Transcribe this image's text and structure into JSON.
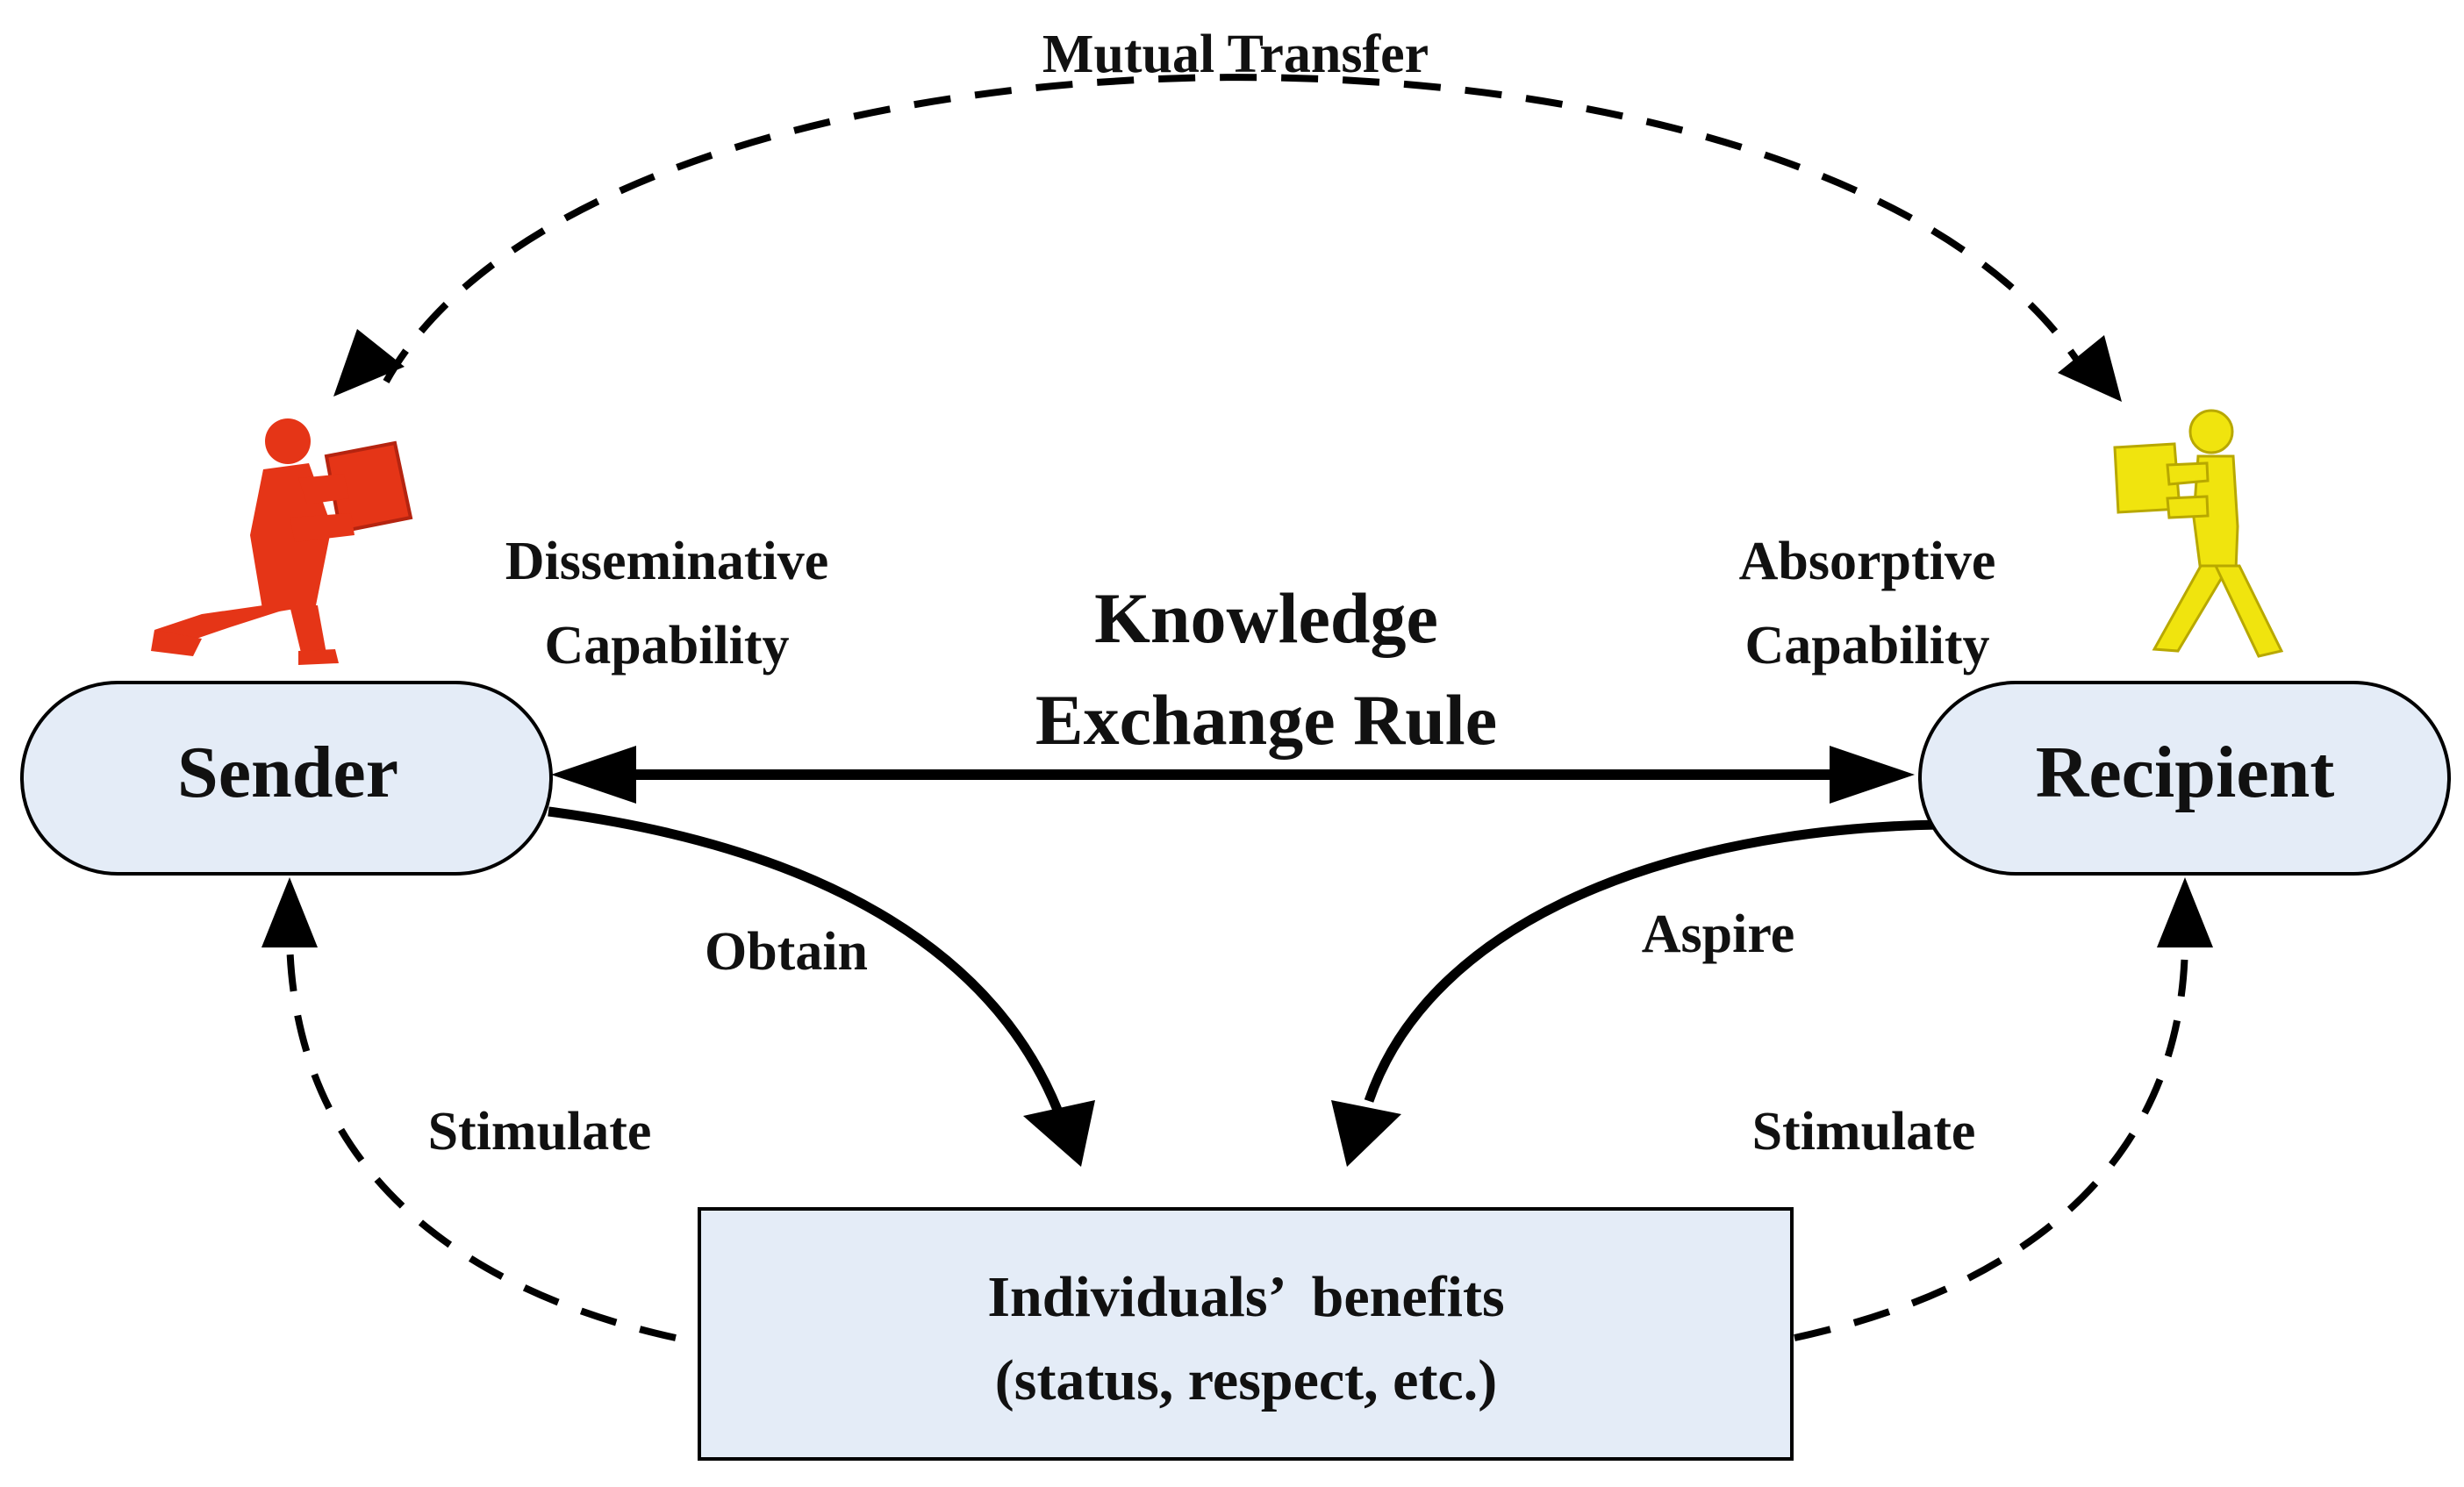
{
  "title": {
    "line1": "Knowledge",
    "line2": "Exchange Rule"
  },
  "nodes": {
    "sender": {
      "label": "Sender"
    },
    "recipient": {
      "label": "Recipient"
    },
    "benefits": {
      "line1": "Individuals’  benefits",
      "line2": "(status, respect, etc.)"
    }
  },
  "capabilities": {
    "sender": {
      "line1": "Disseminative",
      "line2": "Capability"
    },
    "recipient": {
      "line1": "Absorptive",
      "line2": "Capability"
    }
  },
  "edges": {
    "mutual_transfer": "Mutual Transfer",
    "obtain": "Obtain",
    "aspire": "Aspire",
    "stimulate_left": "Stimulate",
    "stimulate_right": "Stimulate"
  },
  "icons": {
    "sender_figure": "person-carrying-box-icon",
    "recipient_figure": "person-receiving-box-icon"
  },
  "colors": {
    "node_fill": "#e4ecf7",
    "sender_figure": "#e53517",
    "recipient_figure": "#f0e40e",
    "line": "#000000"
  }
}
